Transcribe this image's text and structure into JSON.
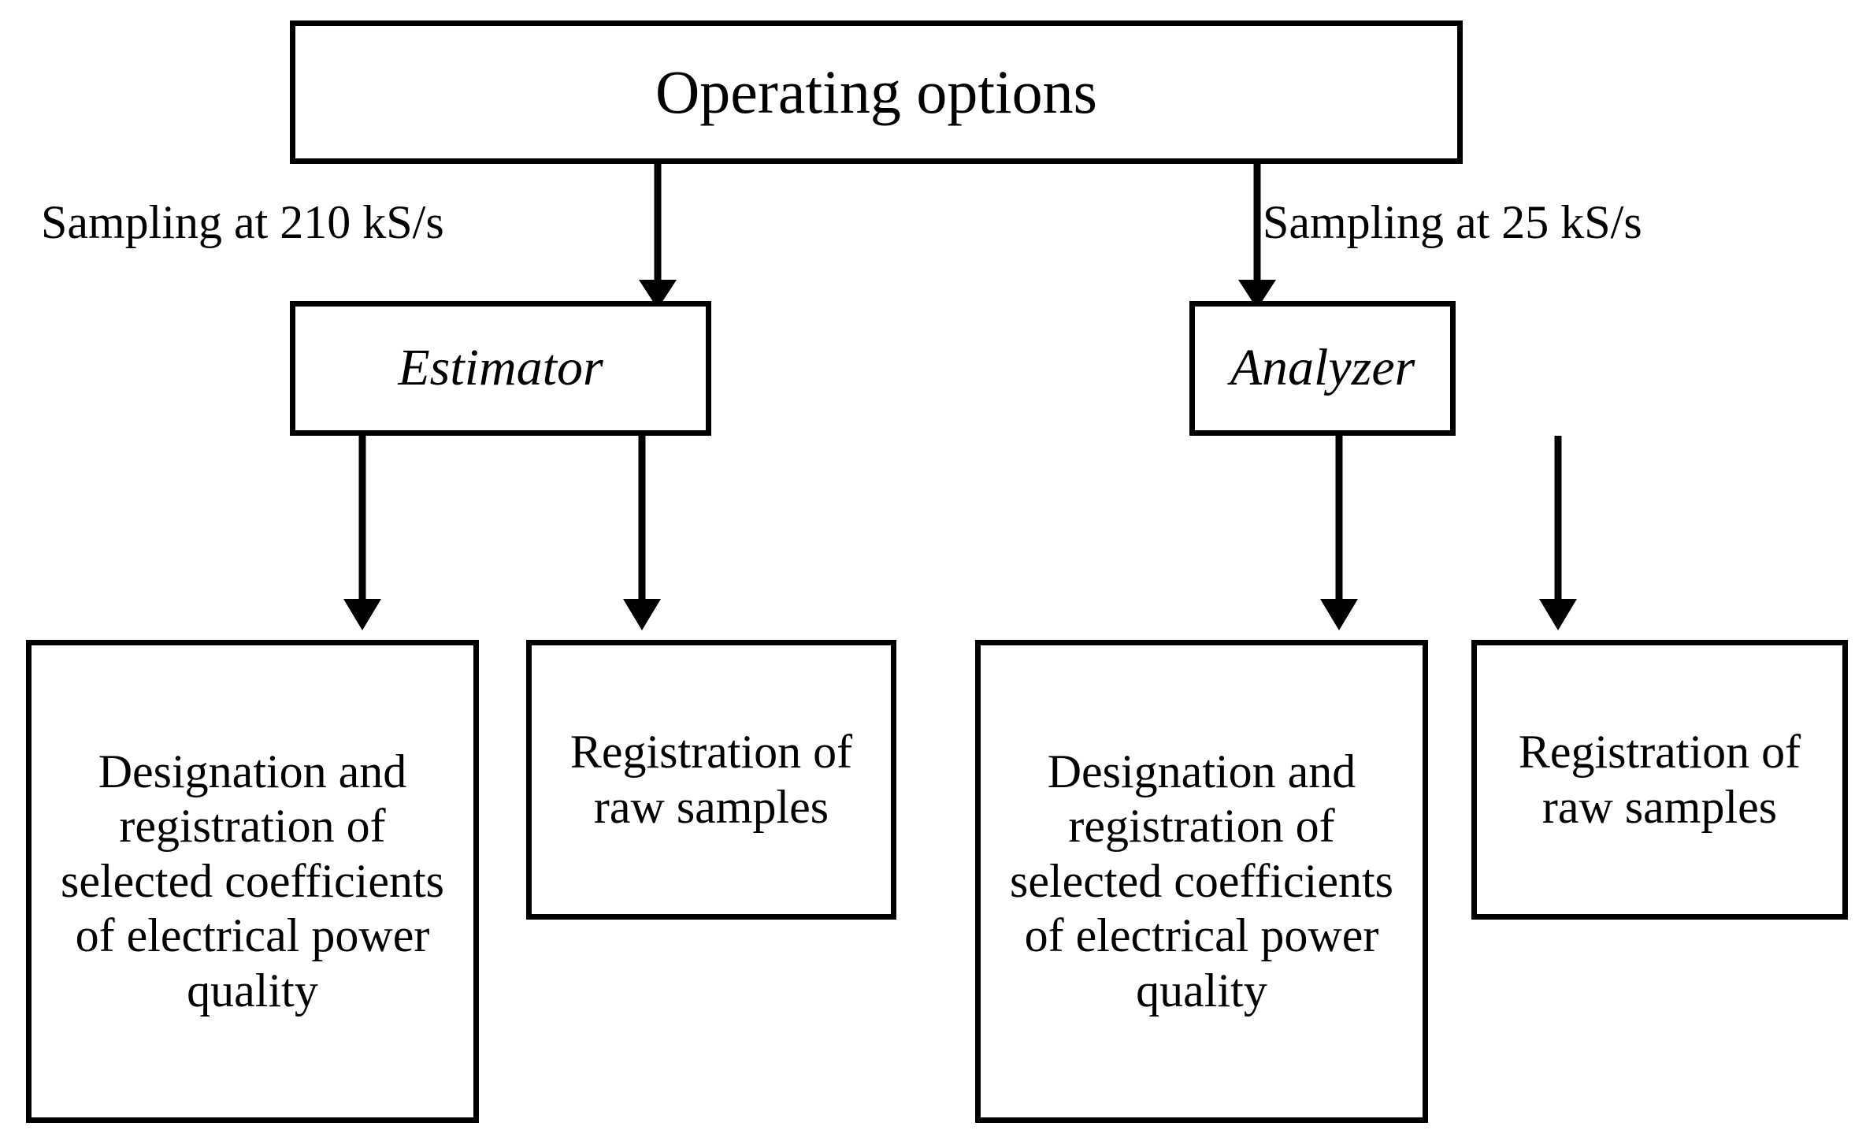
{
  "diagram": {
    "title_node": {
      "label": "Operating options"
    },
    "branches": [
      {
        "edge_label": "Sampling at 210 kS/s",
        "role_label": "Estimator",
        "outputs": [
          {
            "label": "Designation and registration of selected coefficients of electrical power quality"
          },
          {
            "label": "Registration of raw samples"
          }
        ]
      },
      {
        "edge_label": "Sampling at 25 kS/s",
        "role_label": "Analyzer",
        "outputs": [
          {
            "label": "Designation and registration of selected coefficients of electrical power quality"
          },
          {
            "label": "Registration of raw samples"
          }
        ]
      }
    ],
    "colors": {
      "stroke": "#000000",
      "fill": "#ffffff",
      "text": "#000000"
    }
  }
}
